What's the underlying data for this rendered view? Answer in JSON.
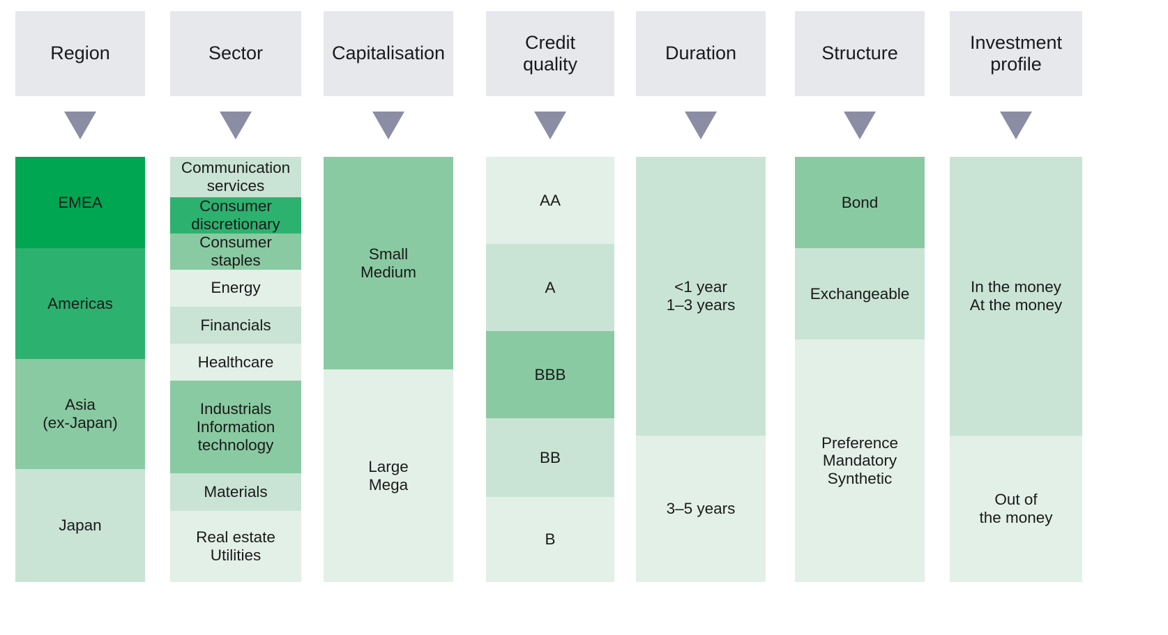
{
  "palette": {
    "header_bg": "#e7e8ec",
    "arrow": "#8b8da4",
    "green_1": "#00a651",
    "green_2": "#2db16f",
    "green_3": "#8acaa2",
    "green_4": "#c9e4d4",
    "green_5": "#e3f0e7",
    "text": "#1a1a1a",
    "page_bg": "#ffffff"
  },
  "arrow_icon": "chevron-down-triangle",
  "columns": [
    {
      "id": "region",
      "title": "Region",
      "bands": [
        {
          "shade": "green_1",
          "items": [
            "EMEA"
          ]
        },
        {
          "shade": "green_2",
          "items": [
            "Americas"
          ]
        },
        {
          "shade": "green_3",
          "items": [
            "Asia\n(ex-Japan)"
          ]
        },
        {
          "shade": "green_4",
          "items": [
            "Japan"
          ]
        }
      ]
    },
    {
      "id": "sector",
      "title": "Sector",
      "bands": [
        {
          "shade": "green_4",
          "items": [
            "Communication\nservices"
          ]
        },
        {
          "shade": "green_2",
          "items": [
            "Consumer\ndiscretionary"
          ]
        },
        {
          "shade": "green_3",
          "items": [
            "Consumer\nstaples"
          ]
        },
        {
          "shade": "green_5",
          "items": [
            "Energy"
          ]
        },
        {
          "shade": "green_4",
          "items": [
            "Financials"
          ]
        },
        {
          "shade": "green_5",
          "items": [
            "Healthcare"
          ]
        },
        {
          "shade": "green_3",
          "items": [
            "Industrials",
            "Information\ntechnology"
          ]
        },
        {
          "shade": "green_4",
          "items": [
            "Materials"
          ]
        },
        {
          "shade": "green_5",
          "items": [
            "Real estate",
            "Utilities"
          ]
        }
      ]
    },
    {
      "id": "capitalisation",
      "title": "Capitalisation",
      "bands": [
        {
          "shade": "green_3",
          "items": [
            "Small",
            "Medium"
          ]
        },
        {
          "shade": "green_5",
          "items": [
            "Large",
            "Mega"
          ]
        }
      ]
    },
    {
      "id": "credit-quality",
      "title": "Credit\nquality",
      "bands": [
        {
          "shade": "green_5",
          "items": [
            "AA"
          ]
        },
        {
          "shade": "green_4",
          "items": [
            "A"
          ]
        },
        {
          "shade": "green_3",
          "items": [
            "BBB"
          ]
        },
        {
          "shade": "green_4",
          "items": [
            "BB"
          ]
        },
        {
          "shade": "green_5",
          "items": [
            "B"
          ]
        }
      ]
    },
    {
      "id": "duration",
      "title": "Duration",
      "bands": [
        {
          "shade": "green_4",
          "items": [
            "<1 year",
            "1–3 years"
          ]
        },
        {
          "shade": "green_5",
          "items": [
            "3–5 years"
          ]
        }
      ]
    },
    {
      "id": "structure",
      "title": "Structure",
      "bands": [
        {
          "shade": "green_3",
          "items": [
            "Bond"
          ]
        },
        {
          "shade": "green_4",
          "items": [
            "Exchangeable"
          ]
        },
        {
          "shade": "green_5",
          "items": [
            "Preference",
            "Mandatory",
            "Synthetic"
          ]
        }
      ]
    },
    {
      "id": "investment-profile",
      "title": "Investment\nprofile",
      "bands": [
        {
          "shade": "green_4",
          "items": [
            "In the money",
            "At the money"
          ]
        },
        {
          "shade": "green_5",
          "items": [
            "Out of\nthe money"
          ]
        }
      ]
    }
  ]
}
